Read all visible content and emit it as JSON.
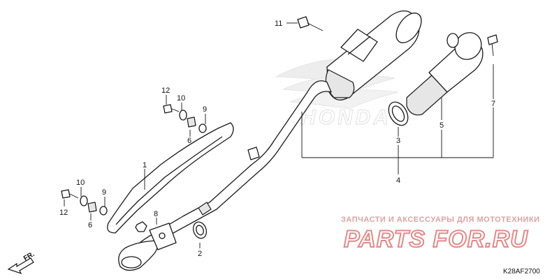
{
  "diagram": {
    "callouts": [
      "1",
      "2",
      "3",
      "4",
      "5",
      "6",
      "7",
      "8",
      "9",
      "10",
      "11",
      "12"
    ],
    "front_label": "FR.",
    "diagram_code": "K28AF2700"
  },
  "watermark": {
    "line1": "ЗАПЧАСТИ И АКСЕССУАРЫ ДЛЯ МОТОТЕХНИКИ",
    "brand": "PARTS FOR.RU",
    "logo_text": "HONDA"
  },
  "colors": {
    "line": "#1a1a1a",
    "watermark": "#e08a8a",
    "logo_gray": "#dcdcdc"
  }
}
